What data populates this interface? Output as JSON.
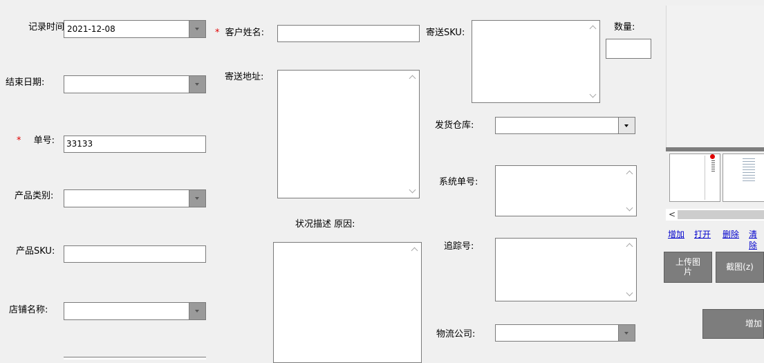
{
  "form": {
    "record_time": {
      "label": "记录时间:",
      "value": "2021-12-08"
    },
    "end_date": {
      "label": "结束日期:",
      "value": ""
    },
    "order_no": {
      "required_mark": "*",
      "label": "单号:",
      "value": "33133"
    },
    "product_category": {
      "label": "产品类别:",
      "value": ""
    },
    "product_sku": {
      "label": "产品SKU:",
      "value": ""
    },
    "shop_name": {
      "label": "店铺名称:",
      "value": ""
    },
    "customer_name": {
      "required_mark": "*",
      "label": "客户姓名:",
      "value": ""
    },
    "shipping_address": {
      "label": "寄送地址:",
      "value": ""
    },
    "status_desc": {
      "label": "状况描述 原因:",
      "value": ""
    },
    "send_sku": {
      "label": "寄送SKU:",
      "value": ""
    },
    "quantity": {
      "label": "数量:",
      "value": ""
    },
    "warehouse": {
      "label": "发货仓库:",
      "value": ""
    },
    "system_no": {
      "label": "系统单号:",
      "value": ""
    },
    "tracking_no": {
      "label": "追踪号:",
      "value": ""
    },
    "logistics": {
      "label": "物流公司:",
      "value": ""
    }
  },
  "images": {
    "links": [
      "增加",
      "打开",
      "删除",
      "清除"
    ],
    "upload_button": "上传图片",
    "screenshot_button": "截图(z)",
    "add_button": "增加",
    "scroll_left_icon": "chevron-left-icon"
  },
  "colors": {
    "required": "#e00000",
    "link": "#0000cc",
    "button": "#7d7d7d"
  }
}
